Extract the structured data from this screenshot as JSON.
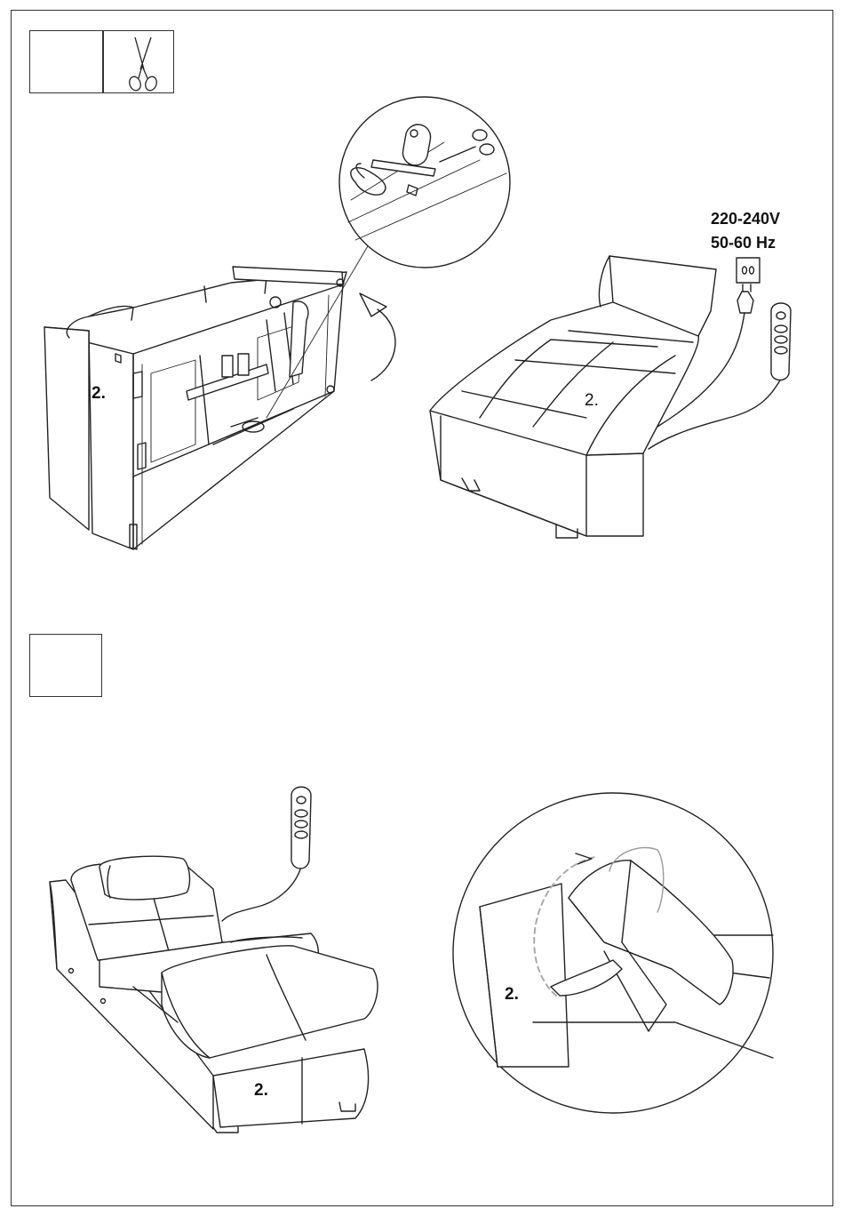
{
  "page": {
    "step1": {
      "box_icon": "scissors-icon",
      "back_label": "2.",
      "sofa_label": "2.",
      "voltage": "220-240V",
      "frequency": "50-60 Hz",
      "illustrations": [
        "sofa-underside-illustration",
        "chaise-lounge-illustration",
        "cable-detail-magnifier",
        "power-outlet-icon",
        "remote-control-icon"
      ]
    },
    "step2": {
      "base_label": "2.",
      "detail_label": "2.",
      "illustrations": [
        "reclined-chaise-illustration",
        "remote-control-icon",
        "headrest-detail-magnifier"
      ]
    }
  }
}
